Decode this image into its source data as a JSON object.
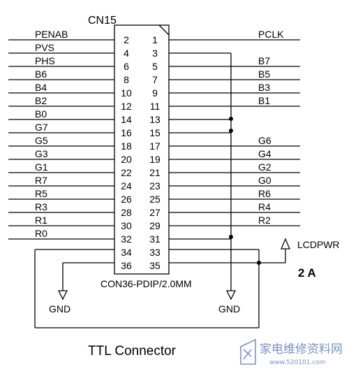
{
  "connector": {
    "ref": "CN15",
    "part": "CON36-PDIP/2.0MM",
    "rows": [
      {
        "left_pin": "2",
        "right_pin": "1",
        "left_signal": "PENAB",
        "right_signal": "PCLK"
      },
      {
        "left_pin": "4",
        "right_pin": "3",
        "left_signal": "PVS",
        "right_signal": ""
      },
      {
        "left_pin": "6",
        "right_pin": "5",
        "left_signal": "PHS",
        "right_signal": "B7"
      },
      {
        "left_pin": "8",
        "right_pin": "7",
        "left_signal": "B6",
        "right_signal": "B5"
      },
      {
        "left_pin": "10",
        "right_pin": "9",
        "left_signal": "B4",
        "right_signal": "B3"
      },
      {
        "left_pin": "12",
        "right_pin": "11",
        "left_signal": "B2",
        "right_signal": "B1"
      },
      {
        "left_pin": "14",
        "right_pin": "13",
        "left_signal": "B0",
        "right_signal": ""
      },
      {
        "left_pin": "16",
        "right_pin": "15",
        "left_signal": "G7",
        "right_signal": ""
      },
      {
        "left_pin": "18",
        "right_pin": "17",
        "left_signal": "G5",
        "right_signal": "G6"
      },
      {
        "left_pin": "20",
        "right_pin": "19",
        "left_signal": "G3",
        "right_signal": "G4"
      },
      {
        "left_pin": "22",
        "right_pin": "21",
        "left_signal": "G1",
        "right_signal": "G2"
      },
      {
        "left_pin": "24",
        "right_pin": "23",
        "left_signal": "R7",
        "right_signal": "G0"
      },
      {
        "left_pin": "26",
        "right_pin": "25",
        "left_signal": "R5",
        "right_signal": "R6"
      },
      {
        "left_pin": "28",
        "right_pin": "27",
        "left_signal": "R3",
        "right_signal": "R4"
      },
      {
        "left_pin": "30",
        "right_pin": "29",
        "left_signal": "R1",
        "right_signal": "R2"
      },
      {
        "left_pin": "32",
        "right_pin": "31",
        "left_signal": "R0",
        "right_signal": ""
      },
      {
        "left_pin": "34",
        "right_pin": "33",
        "left_signal": "",
        "right_signal": ""
      },
      {
        "left_pin": "36",
        "right_pin": "35",
        "left_signal": "",
        "right_signal": ""
      }
    ]
  },
  "power": {
    "net": "LCDPWR",
    "current": "2 A"
  },
  "grounds": [
    "GND",
    "GND"
  ],
  "caption": "TTL Connector",
  "watermark": {
    "brand": "家电维修资料网",
    "url": "www.520101.com",
    "color": "#7a93c4"
  }
}
